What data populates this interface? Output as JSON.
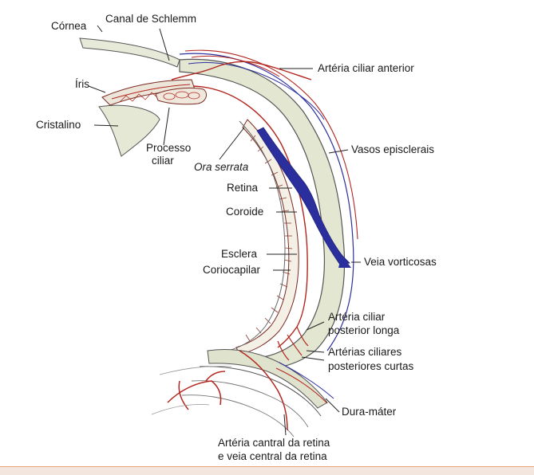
{
  "labels": {
    "cornea": "Córnea",
    "schlemm": "Canal de Schlemm",
    "iris": "Íris",
    "cristalino": "Cristalino",
    "processo_1": "Processo",
    "processo_2": "ciliar",
    "ora_serrata": "Ora serrata",
    "retina": "Retina",
    "coroide": "Coroide",
    "esclera": "Esclera",
    "coriocapilar": "Coriocapilar",
    "arteria_ciliar_anterior": "Artéria ciliar anterior",
    "vasos_episclerais": "Vasos episclerais",
    "veia_vorticosas": "Veia vorticosas",
    "posterior_longa_1": "Artéria ciliar",
    "posterior_longa_2": "posterior longa",
    "posteriores_curtas_1": "Artérias ciliares",
    "posteriores_curtas_2": "posteriores curtas",
    "dura_mater": "Dura-máter",
    "central_1": "Artéria cantral da retina",
    "central_2": "e veia central da retina"
  },
  "colors": {
    "artery": "#b3261e",
    "vein": "#2b2f9e",
    "sclera_fill": "#e3e6d0",
    "lens_fill": "#e6e8d6",
    "outline": "#555555",
    "bottom_rule": "#e9a17a"
  }
}
